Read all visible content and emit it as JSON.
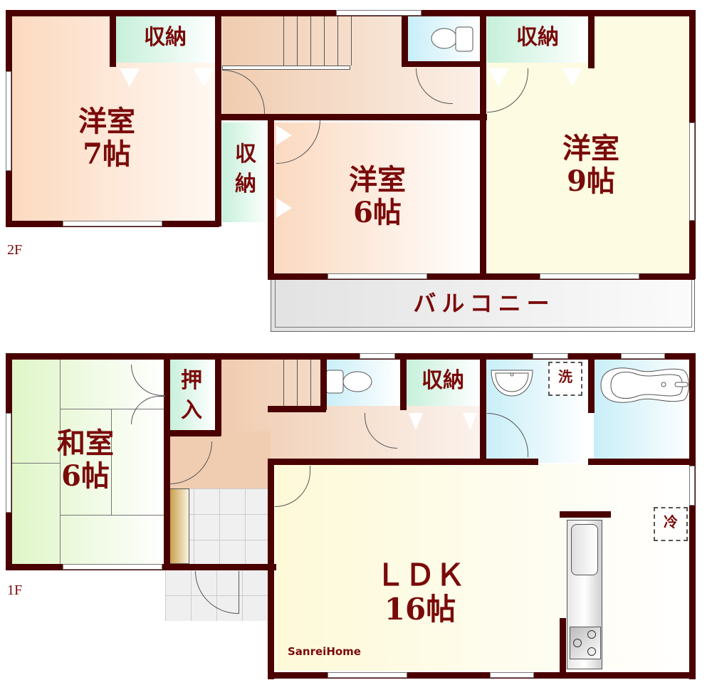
{
  "floors": {
    "second": {
      "tag": "2F",
      "rooms": {
        "western7": {
          "line1": "洋室",
          "line2": "7帖"
        },
        "storage_top_left": {
          "label": "収納"
        },
        "storage_mid": {
          "line1": "収",
          "line2": "納"
        },
        "western6": {
          "line1": "洋室",
          "line2": "6帖"
        },
        "storage_top_right": {
          "label": "収納"
        },
        "western9": {
          "line1": "洋室",
          "line2": "9帖"
        },
        "balcony": {
          "label": "バルコニー"
        }
      }
    },
    "first": {
      "tag": "1F",
      "rooms": {
        "japanese6": {
          "line1": "和室",
          "line2": "6帖"
        },
        "oshiire": {
          "line1": "押",
          "line2": "入"
        },
        "storage": {
          "label": "収納"
        },
        "washer": {
          "label": "洗"
        },
        "fridge": {
          "label": "冷"
        },
        "ldk": {
          "line1": "ＬＤＫ",
          "line2": "16帖"
        }
      }
    }
  },
  "brand": {
    "logo": "SanreiHome"
  },
  "colors": {
    "wall": "#4a0000",
    "text": "#7a0a0a",
    "western7_fill": "#fde3cf",
    "storage_fill": "#d8f5e6",
    "western9_fill": "#fdfbe0",
    "ldk_fill": "#fdfbe0",
    "washitsu_fill": "#e4f7cf",
    "bath_fill": "#dff5fb",
    "hall_fill": "#f0cdb3",
    "balcony_fill": "#e8e8e8"
  }
}
